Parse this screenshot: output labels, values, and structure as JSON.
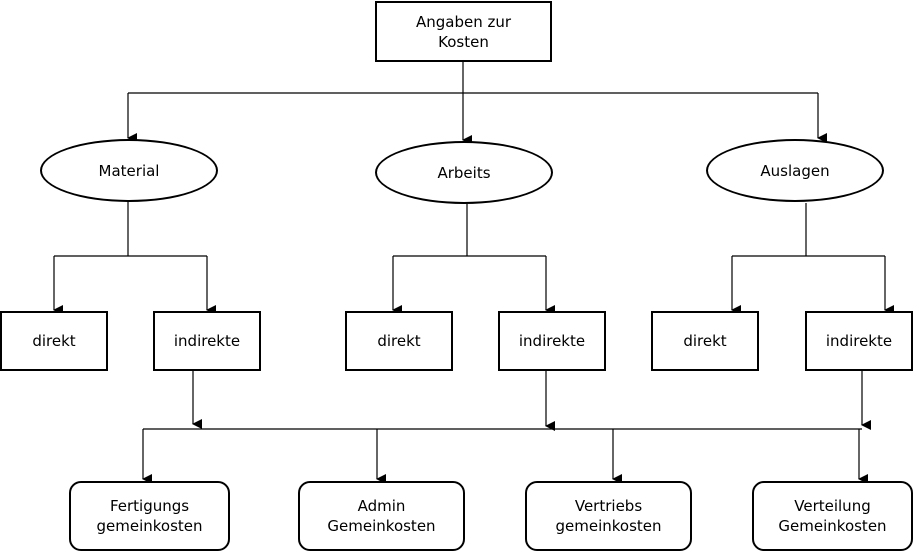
{
  "root": {
    "label": "Angaben zur\nKosten"
  },
  "categories": [
    {
      "label": "Material"
    },
    {
      "label": "Arbeits"
    },
    {
      "label": "Auslagen"
    }
  ],
  "subtypes": [
    {
      "direct": "direkt",
      "indirect": "indirekte"
    },
    {
      "direct": "direkt",
      "indirect": "indirekte"
    },
    {
      "direct": "direkt",
      "indirect": "indirekte"
    }
  ],
  "overheads": [
    {
      "label": "Fertigungs\ngemeinkosten"
    },
    {
      "label": "Admin\nGemeinkosten"
    },
    {
      "label": "Vertriebs\ngemeinkosten"
    },
    {
      "label": "Verteilung\nGemeinkosten"
    }
  ]
}
